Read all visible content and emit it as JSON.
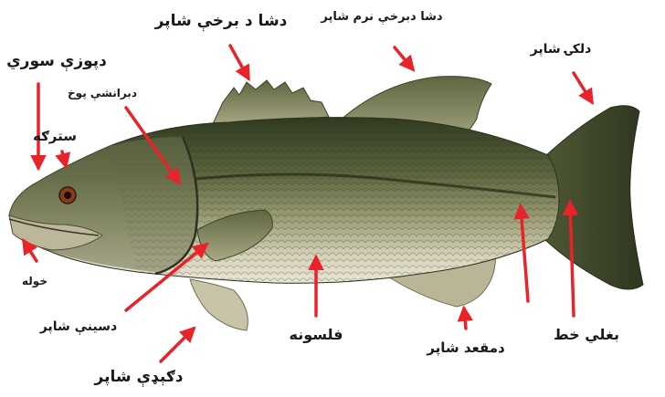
{
  "labels": {
    "first_dorsal_fin": "دشا د برخې شاپر",
    "second_dorsal_fin": "دشا دبرخې نرم شاپر",
    "caudal_fin": "دلکۍ شاپر",
    "nostril": "دپوزې سوري",
    "gill_cover": "دبرانشې پوخ",
    "eye": "سترګه",
    "mouth": "خوله",
    "pectoral_fin": "دسينې شاپر",
    "pelvic_fin": "دګېډې شاپر",
    "scales": "فلسونه",
    "anal_fin": "دمقعد شاپر",
    "lateral_line": "بغلي خط"
  },
  "colors": {
    "arrow": "#e8232a",
    "fish_back": "#3f4a2c",
    "fish_side": "#8f9468",
    "fish_belly": "#dcd8c4",
    "fin": "#7e8560",
    "text": "#1a1a1a"
  }
}
